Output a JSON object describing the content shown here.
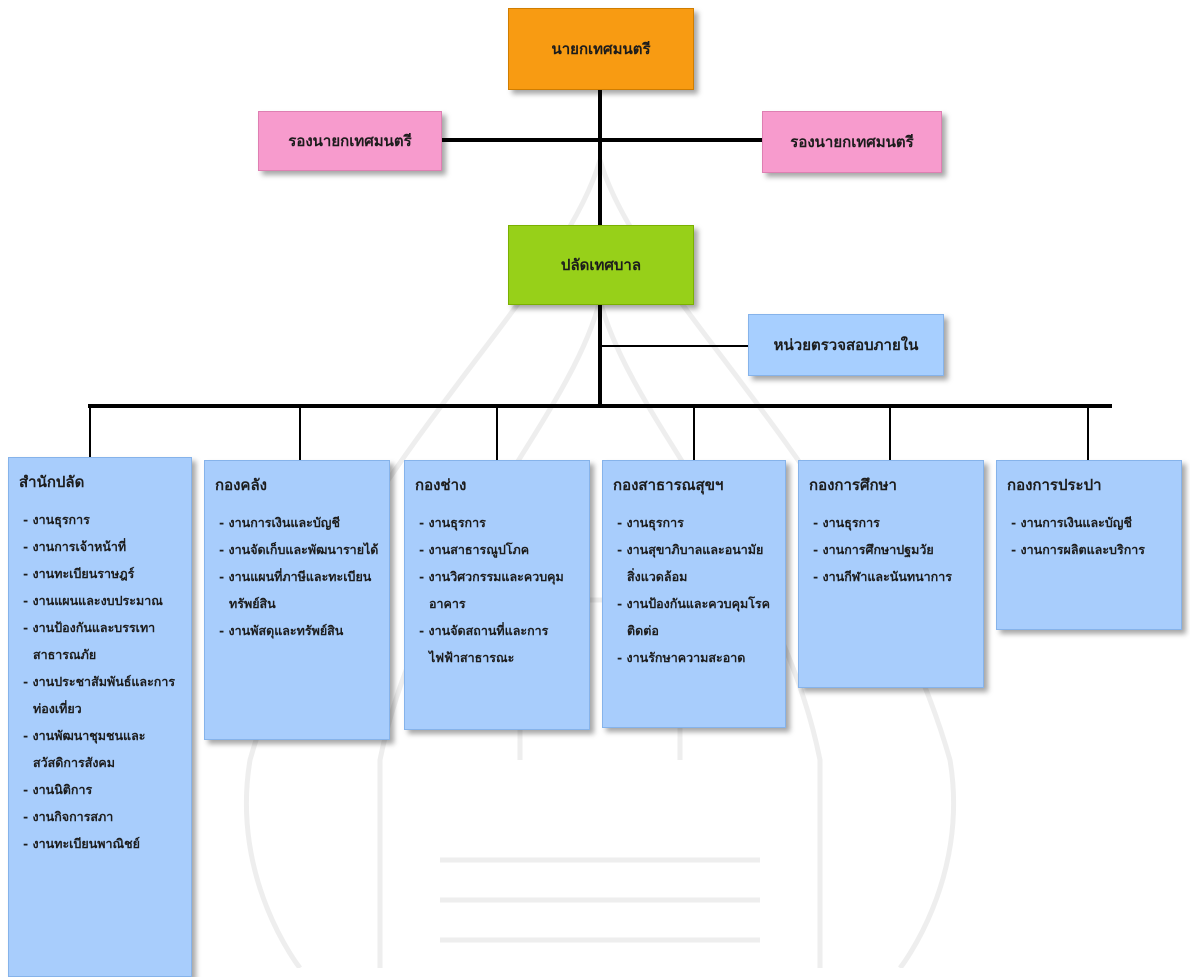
{
  "top": {
    "mayor": "นายกเทศมนตรี",
    "deputy_left": "รองนายกเทศมนตรี",
    "deputy_right": "รองนายกเทศมนตรี",
    "clerk": "ปลัดเทศบาล",
    "audit": "หน่วยตรวจสอบภายใน"
  },
  "departments": [
    {
      "title": "สำนักปลัด",
      "items": [
        "งานธุรการ",
        "งานการเจ้าหน้าที่",
        "งานทะเบียนราษฎร์",
        "งานแผนและงบประมาณ",
        "งานป้องกันและบรรเทาสาธารณภัย",
        "งานประชาสัมพันธ์และการท่องเที่ยว",
        "งานพัฒนาชุมชนและสวัสดิการสังคม",
        "งานนิติการ",
        "งานกิจการสภา",
        "งานทะเบียนพาณิชย์"
      ]
    },
    {
      "title": "กองคลัง",
      "items": [
        "งานการเงินและบัญชี",
        "งานจัดเก็บและพัฒนารายได้",
        "งานแผนที่ภาษีและทะเบียนทรัพย์สิน",
        "งานพัสดุและทรัพย์สิน"
      ]
    },
    {
      "title": "กองช่าง",
      "items": [
        "งานธุรการ",
        "งานสาธารณูปโภค",
        "งานวิศวกรรมและควบคุมอาคาร",
        "งานจัดสถานที่และการไฟฟ้าสาธารณะ"
      ]
    },
    {
      "title": "กองสาธารณสุขฯ",
      "items": [
        "งานธุรการ",
        "งานสุขาภิบาลและอนามัยสิ่งแวดล้อม",
        "งานป้องกันและควบคุมโรคติดต่อ",
        "งานรักษาความสะอาด"
      ]
    },
    {
      "title": "กองการศึกษา",
      "items": [
        "งานธุรการ",
        "งานการศึกษาปฐมวัย",
        "งานกีฬาและนันทนาการ"
      ]
    },
    {
      "title": "กองการประปา",
      "items": [
        "งานการเงินและบัญชี",
        "งานการผลิตและบริการ"
      ]
    }
  ],
  "colors": {
    "mayor": "#f89b12",
    "deputy": "#f79bcd",
    "clerk": "#97d019",
    "unit": "#a8cdfc",
    "line": "#000000"
  }
}
